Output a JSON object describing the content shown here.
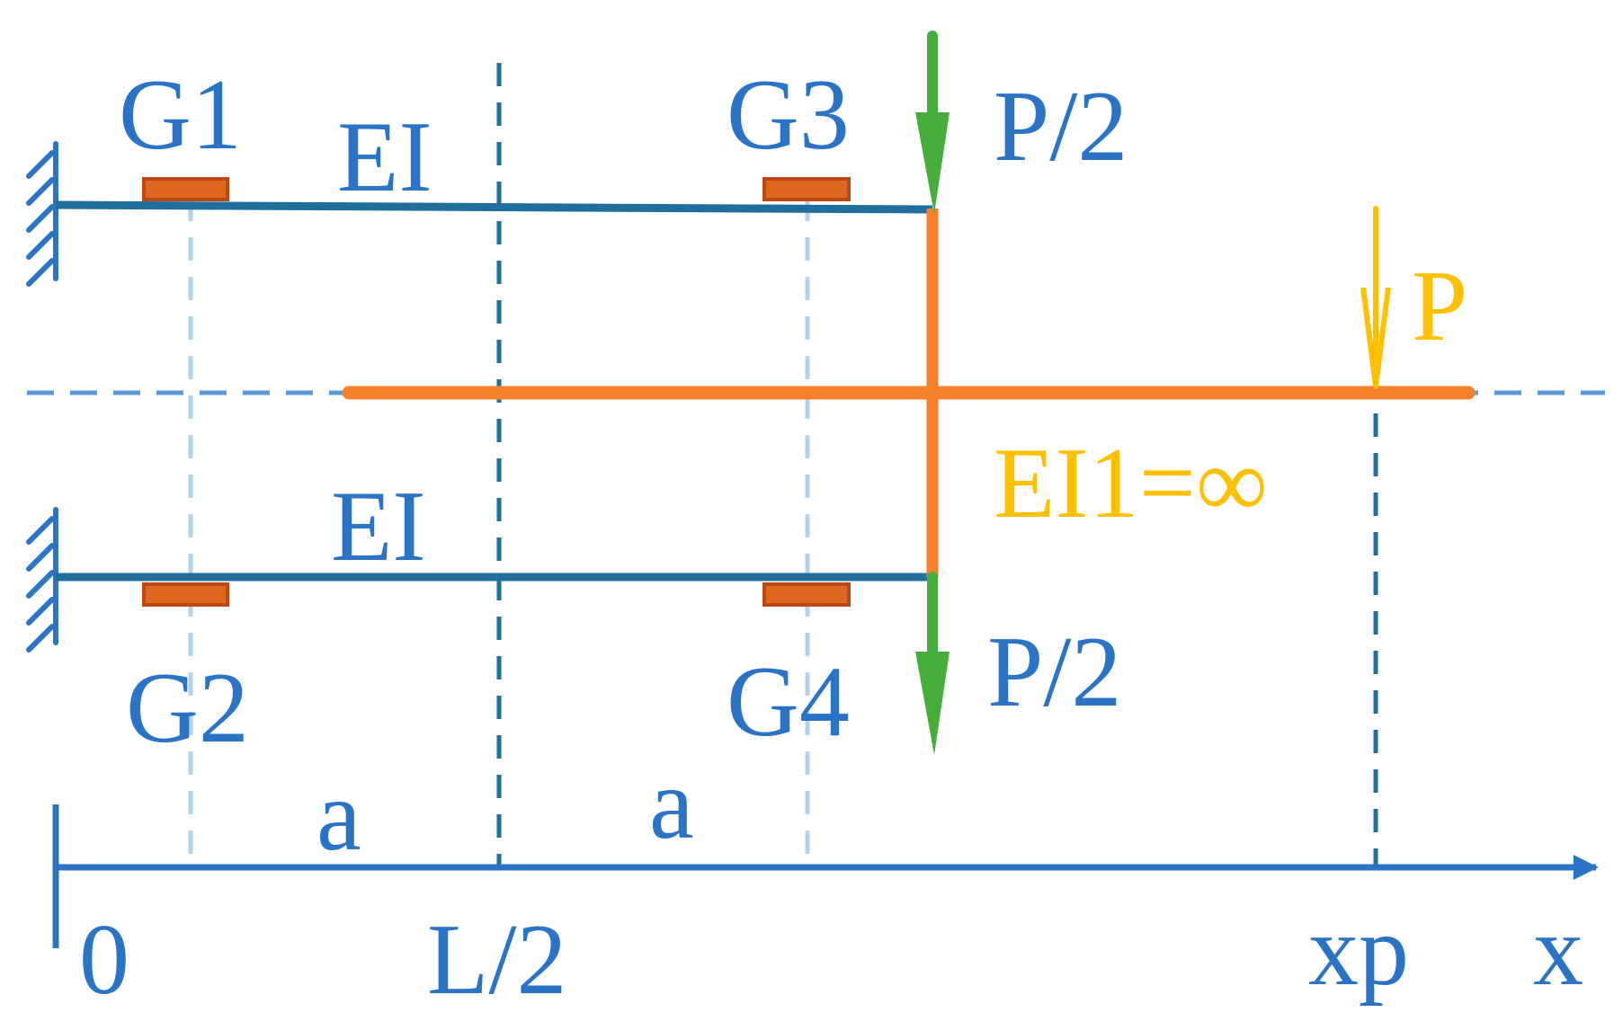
{
  "labels": {
    "g1": "G1",
    "g2": "G2",
    "g3": "G3",
    "g4": "G4",
    "ei_top": "EI",
    "ei_bottom": "EI",
    "load_top": "P/2",
    "load_bottom": "P/2",
    "load_p": "P",
    "ei1": "EI1=∞",
    "span_a_left": "a",
    "span_a_right": "a",
    "axis_origin": "0",
    "axis_half": "L/2",
    "axis_xp": "xp",
    "axis_x": "x"
  },
  "colors": {
    "beam": "#1f6e9c",
    "text_blue": "#2a73c5",
    "guide_light": "#b5d2ec",
    "guide_dark": "#1f6e9c",
    "center_dash": "#5b9bd5",
    "rigid_bar": "#f5822a",
    "gauge_fill": "#e0661f",
    "gauge_edge": "#b94a12",
    "half_load": "#47ad3c",
    "load_p": "#ffc000",
    "ei1_text": "#ffc000"
  }
}
